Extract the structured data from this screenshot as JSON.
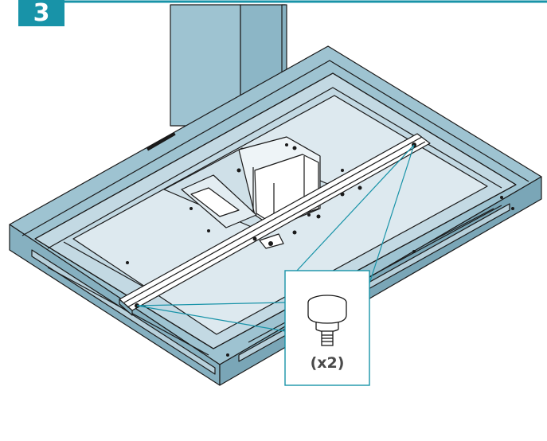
{
  "step": {
    "number": "3"
  },
  "callout": {
    "quantity": "(x2)"
  },
  "icons": [
    "range-hood-illustration",
    "screw-icon"
  ],
  "colors": {
    "accent": "#1893a8",
    "hood_fill": "#9ec3d1",
    "hood_fill_dark": "#86b0c0",
    "hood_inner": "#d9e7ee",
    "outline": "#1a1a1a",
    "callout_border": "#1893a8"
  }
}
